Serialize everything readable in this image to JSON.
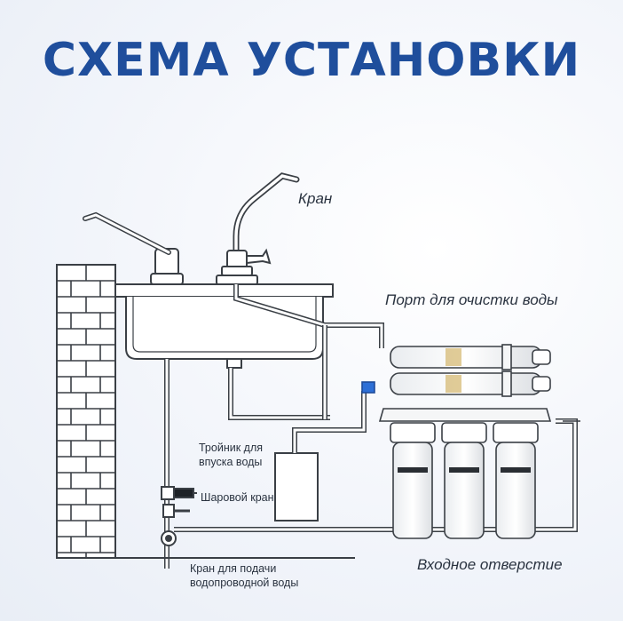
{
  "title": "СХЕМА УСТАНОВКИ",
  "labels": {
    "faucet": "Кран",
    "purified_port": "Порт для очистки воды",
    "inlet_tee": "Тройник для впуска воды",
    "inlet_tee_line1": "Тройник для",
    "inlet_tee_line2": "впуска воды",
    "ball_valve": "Шаровой кран",
    "supply_valve_line1": "Кран для подачи",
    "supply_valve_line2": "водопроводной воды",
    "inlet": "Входное отверстие"
  },
  "colors": {
    "title": "#1f4e9c",
    "line": "#3a3f45",
    "pipe_fill": "#ffffff",
    "accent_blue": "#2d6fd6"
  }
}
